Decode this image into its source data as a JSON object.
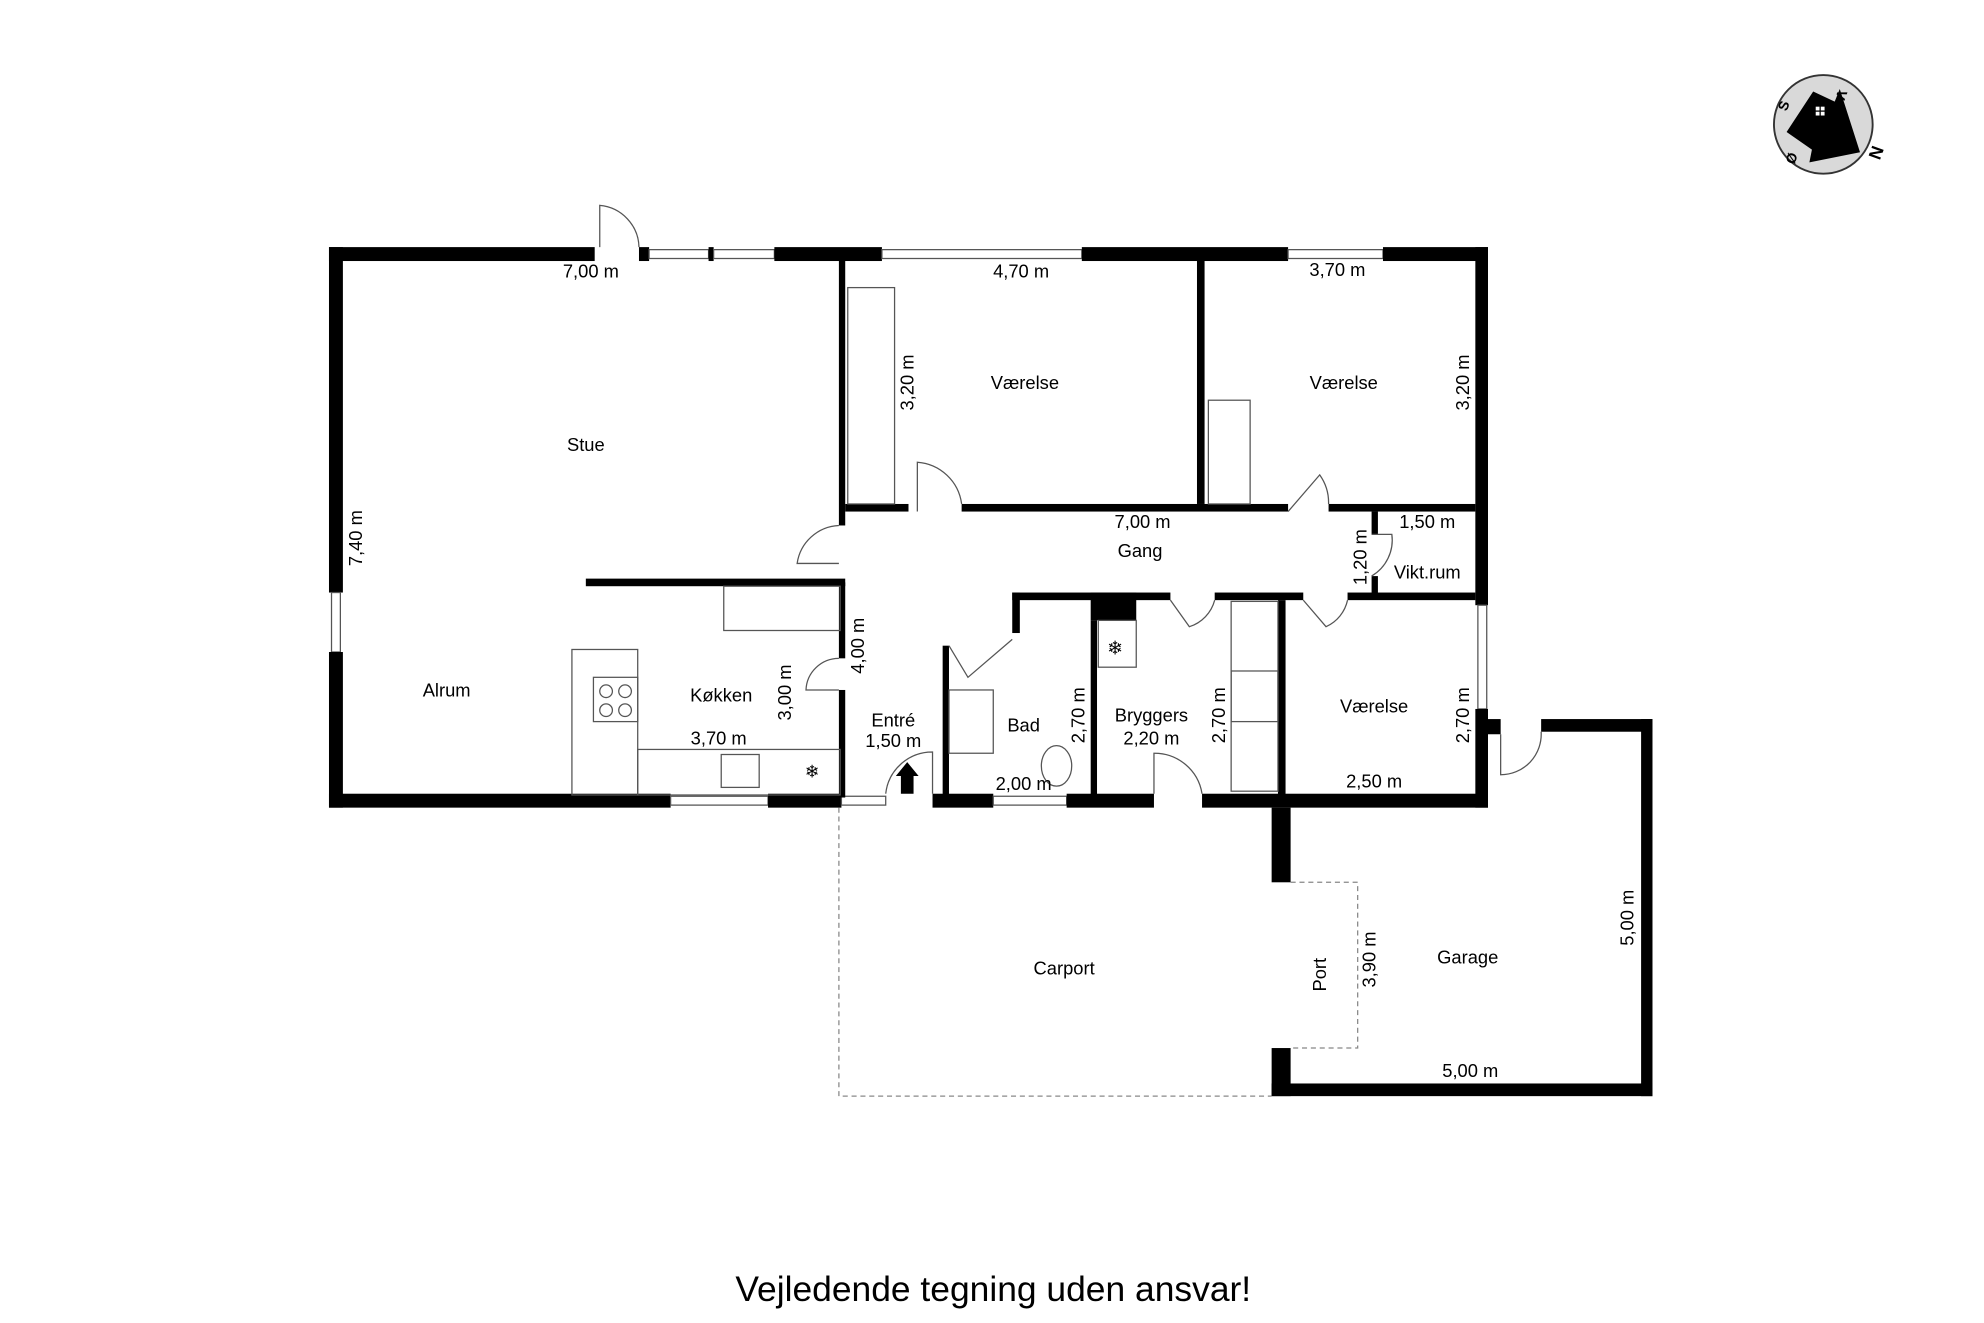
{
  "rooms": {
    "stue": "Stue",
    "alrum": "Alrum",
    "koekken": "Køkken",
    "vaerelse1": "Værelse",
    "vaerelse2": "Værelse",
    "vaerelse3": "Værelse",
    "gang": "Gang",
    "vikt": "Vikt.rum",
    "entre": "Entré",
    "bad": "Bad",
    "bryggers": "Bryggers",
    "carport": "Carport",
    "garage": "Garage",
    "port": "Port"
  },
  "dimensions": {
    "stue_w": "7,00 m",
    "stue_h": "7,40 m",
    "v1_w": "4,70 m",
    "v1_h": "3,20 m",
    "v2_w": "3,70 m",
    "v2_h": "3,20 m",
    "gang_w": "7,00 m",
    "vikt_w": "1,50 m",
    "vikt_h": "1,20 m",
    "entre_h": "4,00 m",
    "entre_w": "1,50 m",
    "koekken_h": "3,00 m",
    "koekken_w": "3,70 m",
    "bad_w": "2,00 m",
    "bad_h": "2,70 m",
    "bryggers_w": "2,20 m",
    "bryggers_h": "2,70 m",
    "v3_w": "2,50 m",
    "v3_h": "2,70 m",
    "port_h": "3,90 m",
    "garage_h": "5,00 m",
    "garage_w": "5,00 m"
  },
  "compass": {
    "n": "N",
    "s": "S",
    "v": "V",
    "o": "Ø"
  },
  "footer": "Vejledende tegning uden ansvar!"
}
